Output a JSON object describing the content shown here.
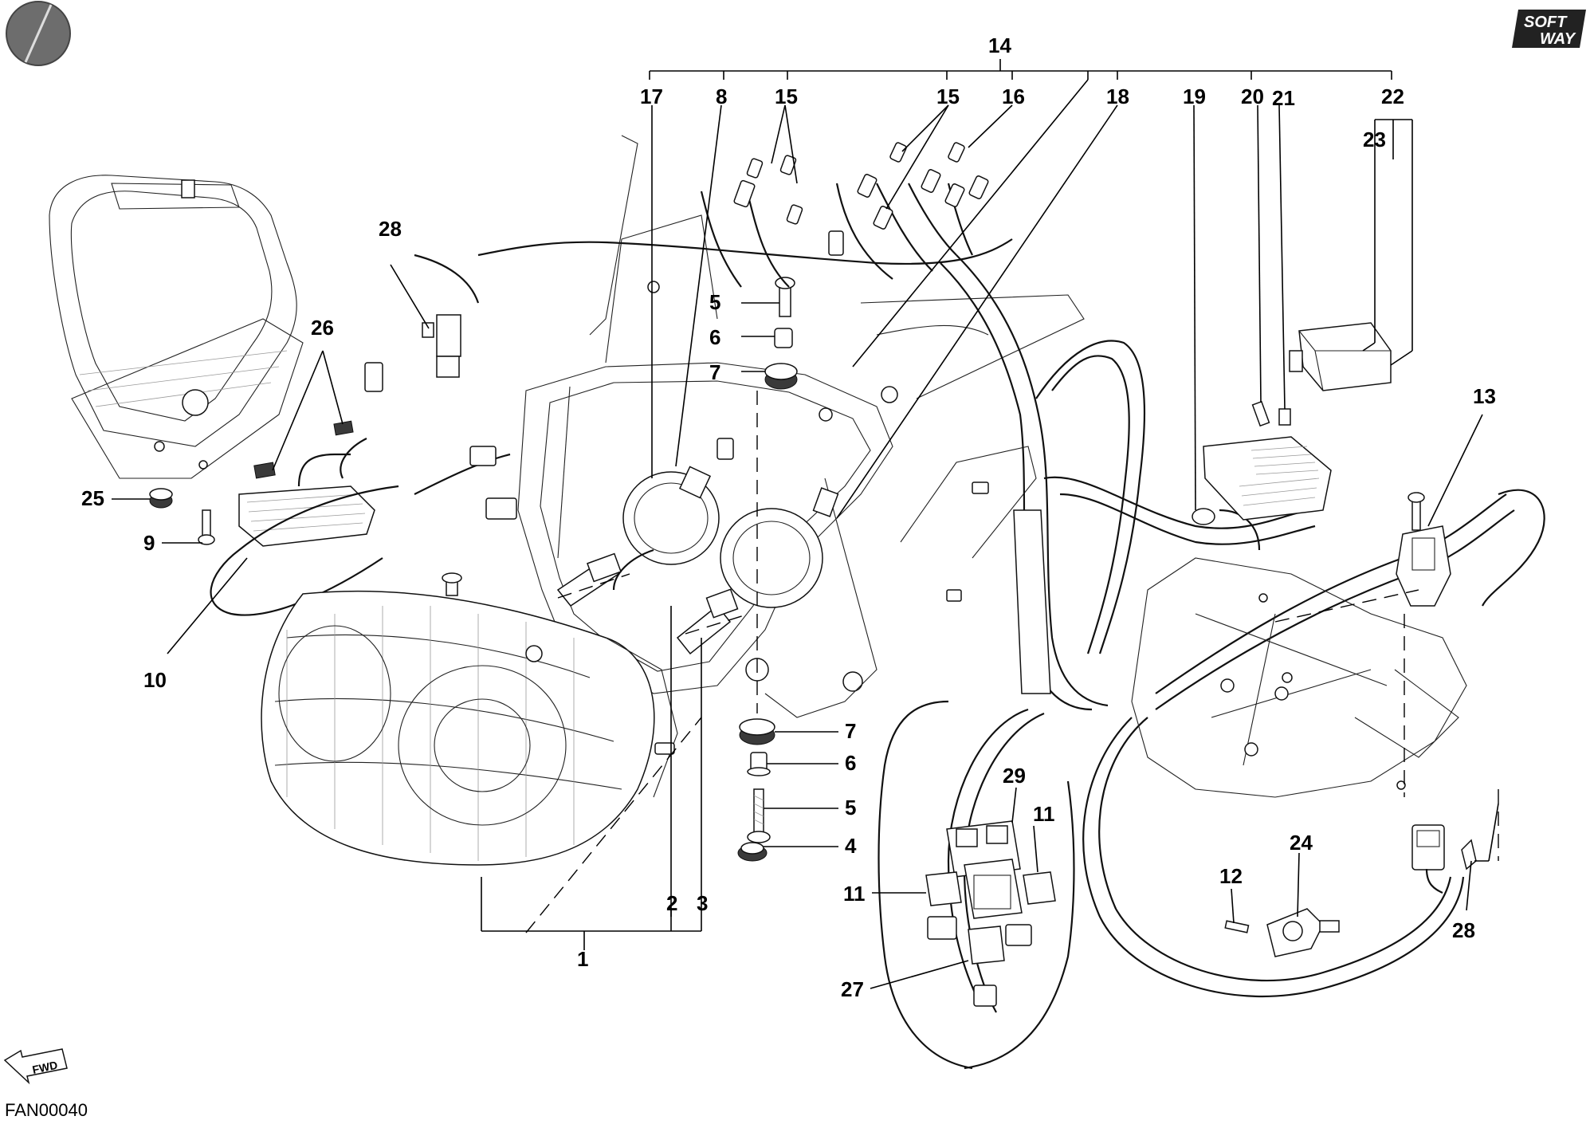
{
  "drawing_code": "FAN00040",
  "logo": {
    "line1": "SOFT",
    "line2": "WAY"
  },
  "fwd_label": "FWD",
  "callouts": {
    "c1": "1",
    "c2": "2",
    "c3": "3",
    "c4": "4",
    "c5a": "5",
    "c5b": "5",
    "c6a": "6",
    "c6b": "6",
    "c7a": "7",
    "c7b": "7",
    "c8": "8",
    "c9": "9",
    "c10": "10",
    "c11a": "11",
    "c11b": "11",
    "c12": "12",
    "c13": "13",
    "c14": "14",
    "c15a": "15",
    "c15b": "15",
    "c16": "16",
    "c17": "17",
    "c18": "18",
    "c19": "19",
    "c20": "20",
    "c21": "21",
    "c22": "22",
    "c23": "23",
    "c24": "24",
    "c25": "25",
    "c26": "26",
    "c27": "27",
    "c28a": "28",
    "c28b": "28",
    "c29": "29"
  }
}
